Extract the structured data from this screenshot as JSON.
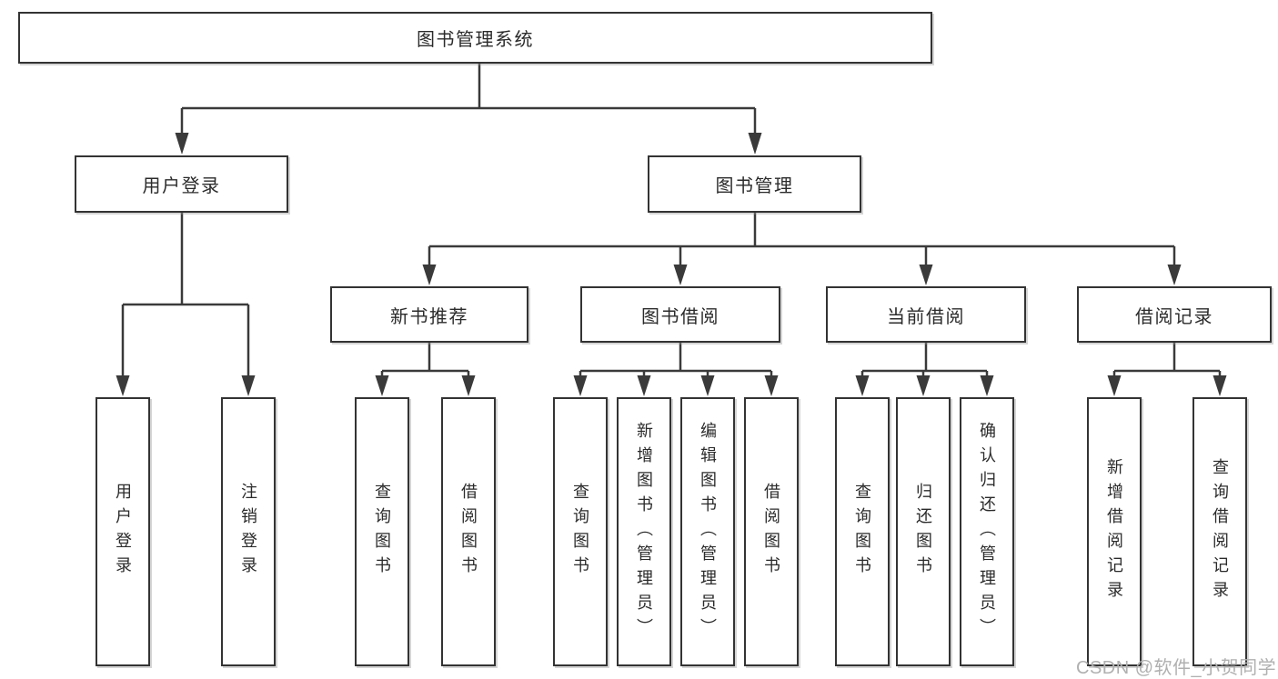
{
  "page": {
    "background": "#ffffff",
    "type": "hierarchy-diagram"
  },
  "colors": {
    "line": "#3a3a3a",
    "box_border": "#333333",
    "box_fill": "#ffffff",
    "text": "#2b2b2b",
    "watermark": "#b0b0b0"
  },
  "watermark": "CSDN @软件_小贺同学",
  "tree": {
    "label": "图书管理系统",
    "children": [
      {
        "label": "用户登录",
        "children": [
          {
            "label": "用户登录"
          },
          {
            "label": "注销登录"
          }
        ]
      },
      {
        "label": "图书管理",
        "children": [
          {
            "label": "新书推荐",
            "children": [
              {
                "label": "查询图书"
              },
              {
                "label": "借阅图书"
              }
            ]
          },
          {
            "label": "图书借阅",
            "children": [
              {
                "label": "查询图书"
              },
              {
                "label": "新增图书（管理员）"
              },
              {
                "label": "编辑图书（管理员）"
              },
              {
                "label": "借阅图书"
              }
            ]
          },
          {
            "label": "当前借阅",
            "children": [
              {
                "label": "查询图书"
              },
              {
                "label": "归还图书"
              },
              {
                "label": "确认归还（管理员）"
              }
            ]
          },
          {
            "label": "借阅记录",
            "children": [
              {
                "label": "新增借阅记录"
              },
              {
                "label": "查询借阅记录"
              }
            ]
          }
        ]
      }
    ]
  }
}
